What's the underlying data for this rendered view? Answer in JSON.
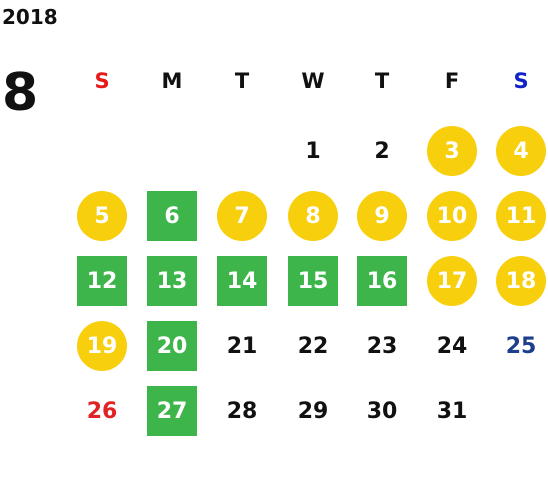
{
  "year": "2018",
  "month": "8",
  "weekday_headers": [
    {
      "label": "S",
      "color": "#e8191b"
    },
    {
      "label": "M",
      "color": "#111111"
    },
    {
      "label": "T",
      "color": "#111111"
    },
    {
      "label": "W",
      "color": "#111111"
    },
    {
      "label": "T",
      "color": "#111111"
    },
    {
      "label": "F",
      "color": "#111111"
    },
    {
      "label": "S",
      "color": "#0f22c8"
    }
  ],
  "first_weekday_index": 3,
  "days": [
    {
      "label": "1",
      "style": "plain"
    },
    {
      "label": "2",
      "style": "plain"
    },
    {
      "label": "3",
      "style": "yellow"
    },
    {
      "label": "4",
      "style": "yellow"
    },
    {
      "label": "5",
      "style": "yellow"
    },
    {
      "label": "6",
      "style": "green"
    },
    {
      "label": "7",
      "style": "yellow"
    },
    {
      "label": "8",
      "style": "yellow"
    },
    {
      "label": "9",
      "style": "yellow"
    },
    {
      "label": "10",
      "style": "yellow"
    },
    {
      "label": "11",
      "style": "yellow"
    },
    {
      "label": "12",
      "style": "green"
    },
    {
      "label": "13",
      "style": "green"
    },
    {
      "label": "14",
      "style": "green"
    },
    {
      "label": "15",
      "style": "green"
    },
    {
      "label": "16",
      "style": "green"
    },
    {
      "label": "17",
      "style": "yellow"
    },
    {
      "label": "18",
      "style": "yellow"
    },
    {
      "label": "19",
      "style": "yellow"
    },
    {
      "label": "20",
      "style": "green"
    },
    {
      "label": "21",
      "style": "plain"
    },
    {
      "label": "22",
      "style": "plain"
    },
    {
      "label": "23",
      "style": "plain"
    },
    {
      "label": "24",
      "style": "plain"
    },
    {
      "label": "25",
      "style": "plain",
      "color": "#1e3d8c"
    },
    {
      "label": "26",
      "style": "plain",
      "color": "#e02424"
    },
    {
      "label": "27",
      "style": "green"
    },
    {
      "label": "28",
      "style": "plain"
    },
    {
      "label": "29",
      "style": "plain"
    },
    {
      "label": "30",
      "style": "plain"
    },
    {
      "label": "31",
      "style": "plain"
    }
  ],
  "colors": {
    "holiday_yellow": "#f7cf0c",
    "event_green": "#3db54a",
    "text": "#111111"
  }
}
